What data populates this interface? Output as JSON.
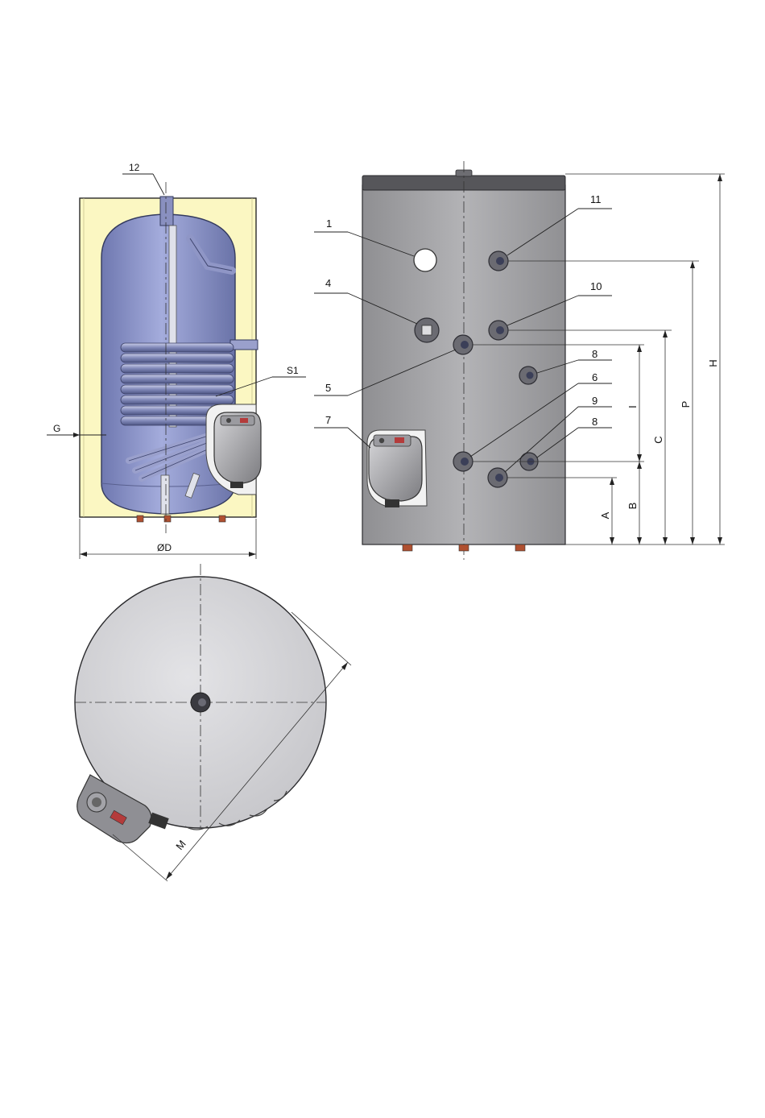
{
  "labels": {
    "l1": "1",
    "l4": "4",
    "l5": "5",
    "l6": "6",
    "l7": "7",
    "l8a": "8",
    "l8b": "8",
    "l9": "9",
    "l10": "10",
    "l11": "11",
    "l12": "12",
    "lS1": "S1",
    "lG": "G",
    "lD": "ØD",
    "lM": "M"
  },
  "dimensions": {
    "A": "A",
    "B": "B",
    "C": "C",
    "I": "I",
    "P": "P",
    "H": "H"
  },
  "colors": {
    "insulation": "#fbf7c2",
    "tank_inner": "#8d97cc",
    "casing": "#a9a9ab",
    "casing_top": "#56565a",
    "top_view": "#d7d7da",
    "feet": "#b05030"
  }
}
